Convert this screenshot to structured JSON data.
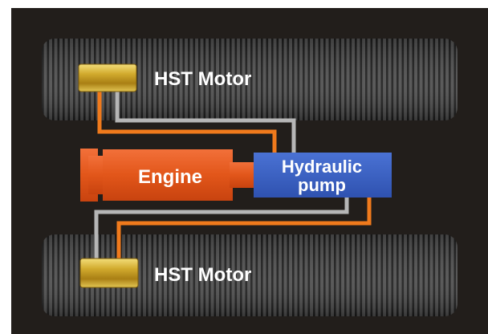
{
  "diagram": {
    "top_motor_label": "HST Motor",
    "bottom_motor_label": "HST Motor",
    "engine_label": "Engine",
    "pump_label_line1": "Hydraulic",
    "pump_label_line2": "pump"
  },
  "colors": {
    "background": "#221e1b",
    "track": "#4a4a4a",
    "track_grooves": "#1c1c1c",
    "engine": "#e2561a",
    "pump": "#3a5fc0",
    "motor_gold": "#c9a227",
    "line_orange": "#f07a1c",
    "line_gray": "#b6b6b6"
  }
}
